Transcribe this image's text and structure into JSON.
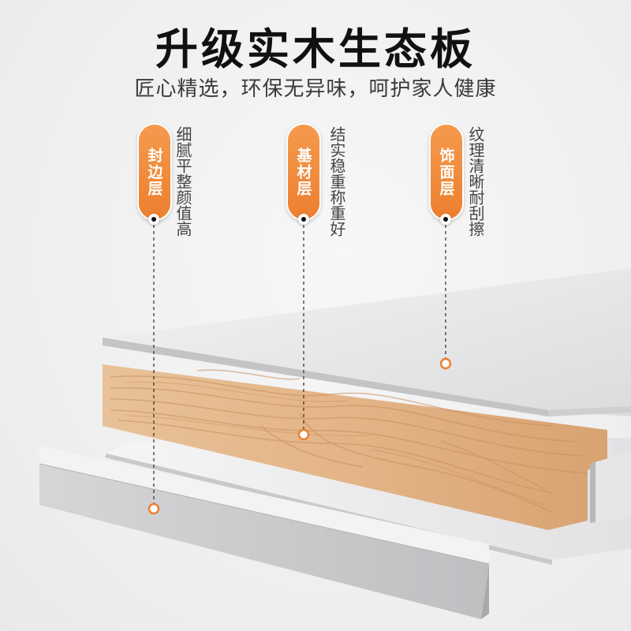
{
  "header": {
    "title": "升级实木生态板",
    "subtitle": "匠心精选，环保无异味，呵护家人健康"
  },
  "layers": [
    {
      "label": "封边层",
      "description": "细腻平整颜值高"
    },
    {
      "label": "基材层",
      "description": "结实稳重称重好"
    },
    {
      "label": "饰面层",
      "description": "纹理清晰耐刮擦"
    }
  ],
  "colors": {
    "accent": "#ec7f2f",
    "wood": "#e6b98c",
    "panel": "#e4e4e6"
  }
}
